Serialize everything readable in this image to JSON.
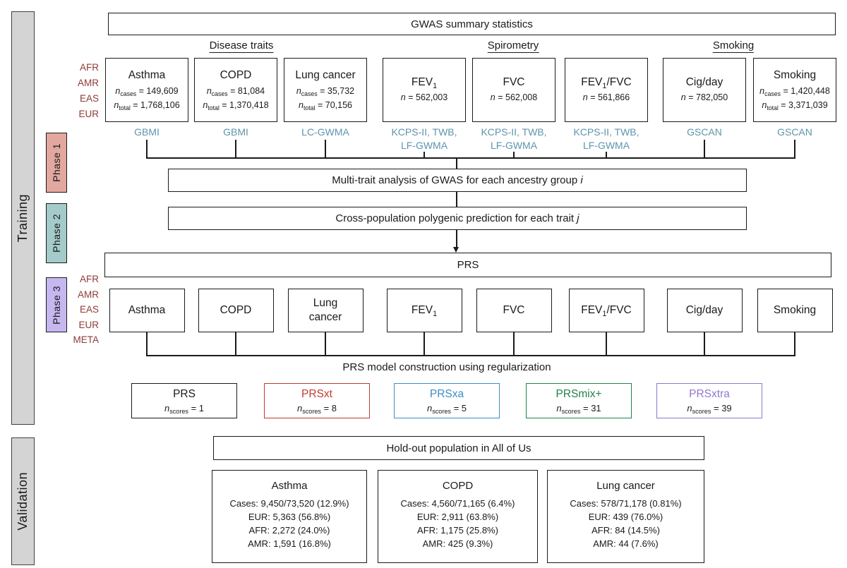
{
  "colors": {
    "box_border": "#1a1a1a",
    "line": "#1a1a1a",
    "rail_fill": "#d4d4d4",
    "rail_border": "#3f3f3f",
    "phase1_fill": "#e2a79e",
    "phase2_fill": "#a4cac9",
    "phase3_fill": "#c7b7f0",
    "ancestry_text": "#8e3b38",
    "source_text": "#5e95ac",
    "score_black": "#1a1a1a",
    "score_red": "#c23b32",
    "score_blue": "#3e8cc6",
    "score_green": "#1e8449",
    "score_purple": "#9278cf"
  },
  "left_rail": {
    "training": "Training",
    "validation": "Validation",
    "phases": [
      "Phase 1",
      "Phase 2",
      "Phase 3"
    ]
  },
  "header": {
    "gwas": "GWAS summary statistics"
  },
  "group_headers": [
    {
      "id": "disease-traits",
      "label": "Disease traits"
    },
    {
      "id": "spirometry",
      "label": "Spirometry"
    },
    {
      "id": "smoking",
      "label": "Smoking"
    }
  ],
  "ancestry_top": [
    "AFR",
    "AMR",
    "EAS",
    "EUR"
  ],
  "ancestry_phase3": [
    "AFR",
    "AMR",
    "EAS",
    "EUR",
    "META"
  ],
  "gwas_traits": [
    {
      "id": "asthma",
      "title": [
        [
          "t",
          "Asthma"
        ]
      ],
      "lines": [
        [
          [
            "n",
            "cases"
          ],
          [
            "t",
            " = 149,609"
          ]
        ],
        [
          [
            "n",
            "total"
          ],
          [
            "t",
            " = 1,768,106"
          ]
        ]
      ],
      "source": [
        "GBMI"
      ]
    },
    {
      "id": "copd",
      "title": [
        [
          "t",
          "COPD"
        ]
      ],
      "lines": [
        [
          [
            "n",
            "cases"
          ],
          [
            "t",
            " = 81,084"
          ]
        ],
        [
          [
            "n",
            "total"
          ],
          [
            "t",
            " = 1,370,418"
          ]
        ]
      ],
      "source": [
        "GBMI"
      ]
    },
    {
      "id": "lung-cancer",
      "title": [
        [
          "t",
          "Lung cancer"
        ]
      ],
      "lines": [
        [
          [
            "n",
            "cases"
          ],
          [
            "t",
            " = 35,732"
          ]
        ],
        [
          [
            "n",
            "total"
          ],
          [
            "t",
            " = 70,156"
          ]
        ]
      ],
      "source": [
        "LC-GWMA"
      ]
    },
    {
      "id": "fev1",
      "title": [
        [
          "t",
          "FEV"
        ],
        [
          "s",
          "1"
        ]
      ],
      "lines": [
        [
          [
            "i",
            "n"
          ],
          [
            "t",
            " = 562,003"
          ]
        ]
      ],
      "source": [
        "KCPS-II, TWB,",
        "LF-GWMA"
      ]
    },
    {
      "id": "fvc",
      "title": [
        [
          "t",
          "FVC"
        ]
      ],
      "lines": [
        [
          [
            "i",
            "n"
          ],
          [
            "t",
            " = 562,008"
          ]
        ]
      ],
      "source": [
        "KCPS-II, TWB,",
        "LF-GWMA"
      ]
    },
    {
      "id": "fev1-fvc",
      "title": [
        [
          "t",
          "FEV"
        ],
        [
          "s",
          "1"
        ],
        [
          "t",
          "/FVC"
        ]
      ],
      "lines": [
        [
          [
            "i",
            "n"
          ],
          [
            "t",
            " = 561,866"
          ]
        ]
      ],
      "source": [
        "KCPS-II, TWB,",
        "LF-GWMA"
      ]
    },
    {
      "id": "cig-day",
      "title": [
        [
          "t",
          "Cig/day"
        ]
      ],
      "lines": [
        [
          [
            "i",
            "n"
          ],
          [
            "t",
            " = 782,050"
          ]
        ]
      ],
      "source": [
        "GSCAN"
      ]
    },
    {
      "id": "smoking",
      "title": [
        [
          "t",
          "Smoking"
        ]
      ],
      "lines": [
        [
          [
            "n",
            "cases"
          ],
          [
            "t",
            " = 1,420,448"
          ]
        ],
        [
          [
            "n",
            "total"
          ],
          [
            "t",
            " = 3,371,039"
          ]
        ]
      ],
      "source": [
        "GSCAN"
      ]
    }
  ],
  "pipeline": {
    "multi_trait": [
      [
        "t",
        "Multi-trait analysis of GWAS for each ancestry group "
      ],
      [
        "i",
        "i"
      ]
    ],
    "cross_population": [
      [
        "t",
        "Cross-population polygenic prediction for each trait "
      ],
      [
        "i",
        "j"
      ]
    ],
    "prs": "PRS",
    "construction_label": "PRS model construction using regularization"
  },
  "prs_traits": [
    {
      "id": "asthma",
      "title": [
        [
          "t",
          "Asthma"
        ]
      ]
    },
    {
      "id": "copd",
      "title": [
        [
          "t",
          "COPD"
        ]
      ]
    },
    {
      "id": "lung-cancer",
      "title": [
        [
          "t",
          "Lung"
        ],
        [
          "br"
        ],
        [
          "t",
          "cancer"
        ]
      ]
    },
    {
      "id": "fev1",
      "title": [
        [
          "t",
          "FEV"
        ],
        [
          "s",
          "1"
        ]
      ]
    },
    {
      "id": "fvc",
      "title": [
        [
          "t",
          "FVC"
        ]
      ]
    },
    {
      "id": "fev1-fvc",
      "title": [
        [
          "t",
          "FEV"
        ],
        [
          "s",
          "1"
        ],
        [
          "t",
          "/FVC"
        ]
      ]
    },
    {
      "id": "cig-day",
      "title": [
        [
          "t",
          "Cig/day"
        ]
      ]
    },
    {
      "id": "smoking",
      "title": [
        [
          "t",
          "Smoking"
        ]
      ]
    }
  ],
  "score_boxes": [
    {
      "id": "prs",
      "title": "PRS",
      "sub": "scores",
      "value": "1",
      "color_key": "score_black"
    },
    {
      "id": "prsxt",
      "title": "PRSxt",
      "sub": "scores",
      "value": "8",
      "color_key": "score_red"
    },
    {
      "id": "prsxa",
      "title": "PRSxa",
      "sub": "scores",
      "value": "5",
      "color_key": "score_blue"
    },
    {
      "id": "prsmix",
      "title": "PRSmix+",
      "sub": "scores",
      "value": "31",
      "color_key": "score_green"
    },
    {
      "id": "prsxtra",
      "title": "PRSxtra",
      "sub": "scores",
      "value": "39",
      "color_key": "score_purple"
    }
  ],
  "validation": {
    "holdout_label": "Hold-out population in All of Us",
    "cohorts": [
      {
        "id": "asthma",
        "title": "Asthma",
        "lines": [
          "Cases: 9,450/73,520 (12.9%)",
          "EUR: 5,363 (56.8%)",
          "AFR: 2,272 (24.0%)",
          "AMR: 1,591 (16.8%)"
        ]
      },
      {
        "id": "copd",
        "title": "COPD",
        "lines": [
          "Cases: 4,560/71,165 (6.4%)",
          "EUR: 2,911 (63.8%)",
          "AFR: 1,175 (25.8%)",
          "AMR: 425 (9.3%)"
        ]
      },
      {
        "id": "lung-cancer",
        "title": "Lung cancer",
        "lines": [
          "Cases: 578/71,178 (0.81%)",
          "EUR: 439 (76.0%)",
          "AFR: 84 (14.5%)",
          "AMR: 44 (7.6%)"
        ]
      }
    ]
  }
}
